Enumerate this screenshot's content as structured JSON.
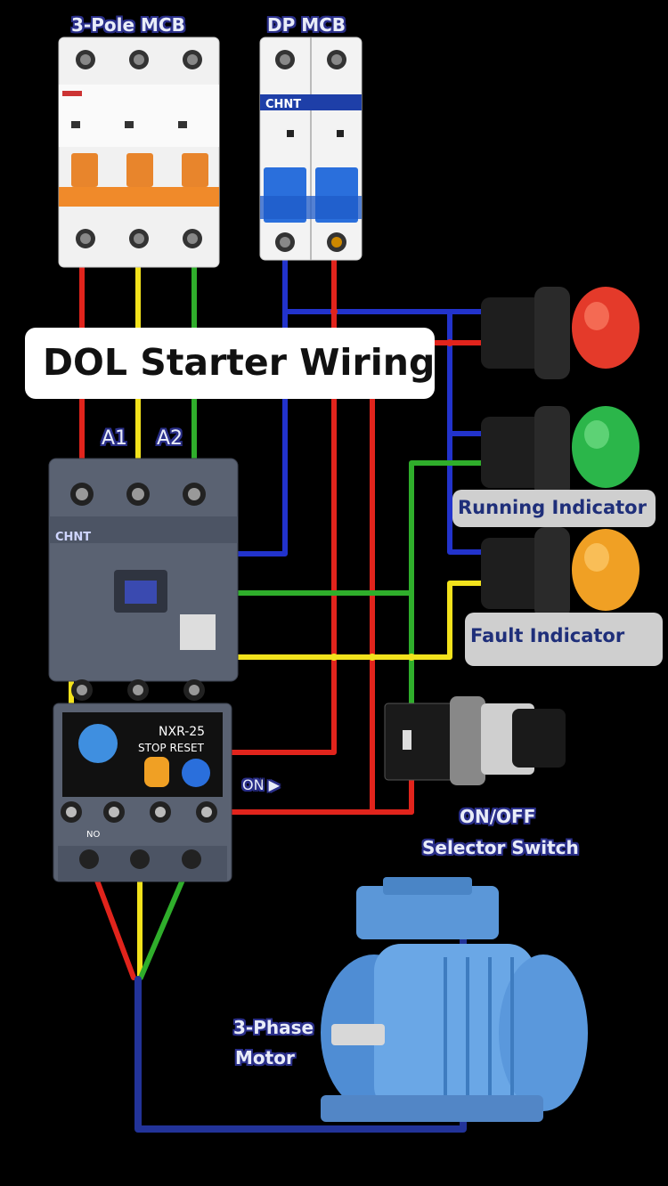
{
  "title": "DOL Starter Wiring",
  "labels": {
    "mcb3": "3-Pole MCB",
    "dpmcb": "DP MCB",
    "a1": "A1",
    "a2": "A2",
    "running": "Running  Indicator",
    "fault": "Fault Indicator",
    "switch_line1": "ON/OFF",
    "switch_line2": "Selector Switch",
    "motor_line1": "3-Phase",
    "motor_line2": "Motor",
    "chint": "CHNT",
    "relay": "NXR-25",
    "relay_sub": "STOP  RESET",
    "relay_on": "ON ▶",
    "no": "NO",
    "contactor_brand": "CHNT"
  },
  "colors": {
    "red": "#e1241c",
    "yellow": "#f2e21c",
    "green": "#2fae2b",
    "blue": "#2233cc",
    "indicator_red": "#e43a2a",
    "indicator_green": "#2bb64a",
    "indicator_amber": "#f0a024",
    "motor": "#6aa7e6",
    "breaker_body": "#f1f1f1",
    "contactor_body": "#5a6272"
  },
  "components": [
    {
      "name": "3-Pole MCB",
      "type": "breaker",
      "poles": 3
    },
    {
      "name": "DP MCB",
      "type": "breaker",
      "poles": 2
    },
    {
      "name": "Red indicator",
      "type": "pilot-lamp",
      "color": "red"
    },
    {
      "name": "Running Indicator",
      "type": "pilot-lamp",
      "color": "green"
    },
    {
      "name": "Fault Indicator",
      "type": "pilot-lamp",
      "color": "amber"
    },
    {
      "name": "Contactor",
      "type": "contactor"
    },
    {
      "name": "Overload Relay NXR-25",
      "type": "overload-relay"
    },
    {
      "name": "ON/OFF Selector Switch",
      "type": "selector-switch"
    },
    {
      "name": "3-Phase Motor",
      "type": "motor"
    }
  ]
}
